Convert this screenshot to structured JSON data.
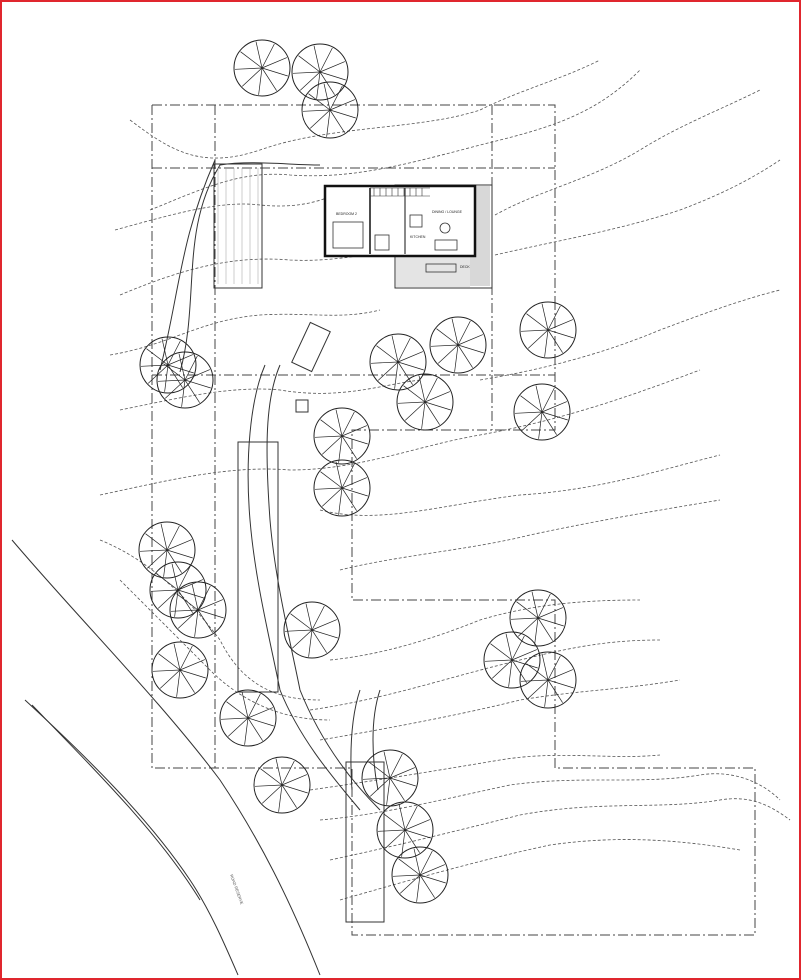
{
  "sheet": {
    "border_color": "#e0262e",
    "line_color": "#333333",
    "house_color": "#111111",
    "hatch_color": "#777777"
  },
  "plan": {
    "north_icon": "none",
    "tree_icon": "tree-canopy-symbol"
  },
  "labels": {
    "bedroom": "BEDROOM 2",
    "kitchen": "KITCHEN",
    "dining": "DINING / LOUNGE",
    "deck": "DECK",
    "road": "ROAD RESERVE"
  }
}
